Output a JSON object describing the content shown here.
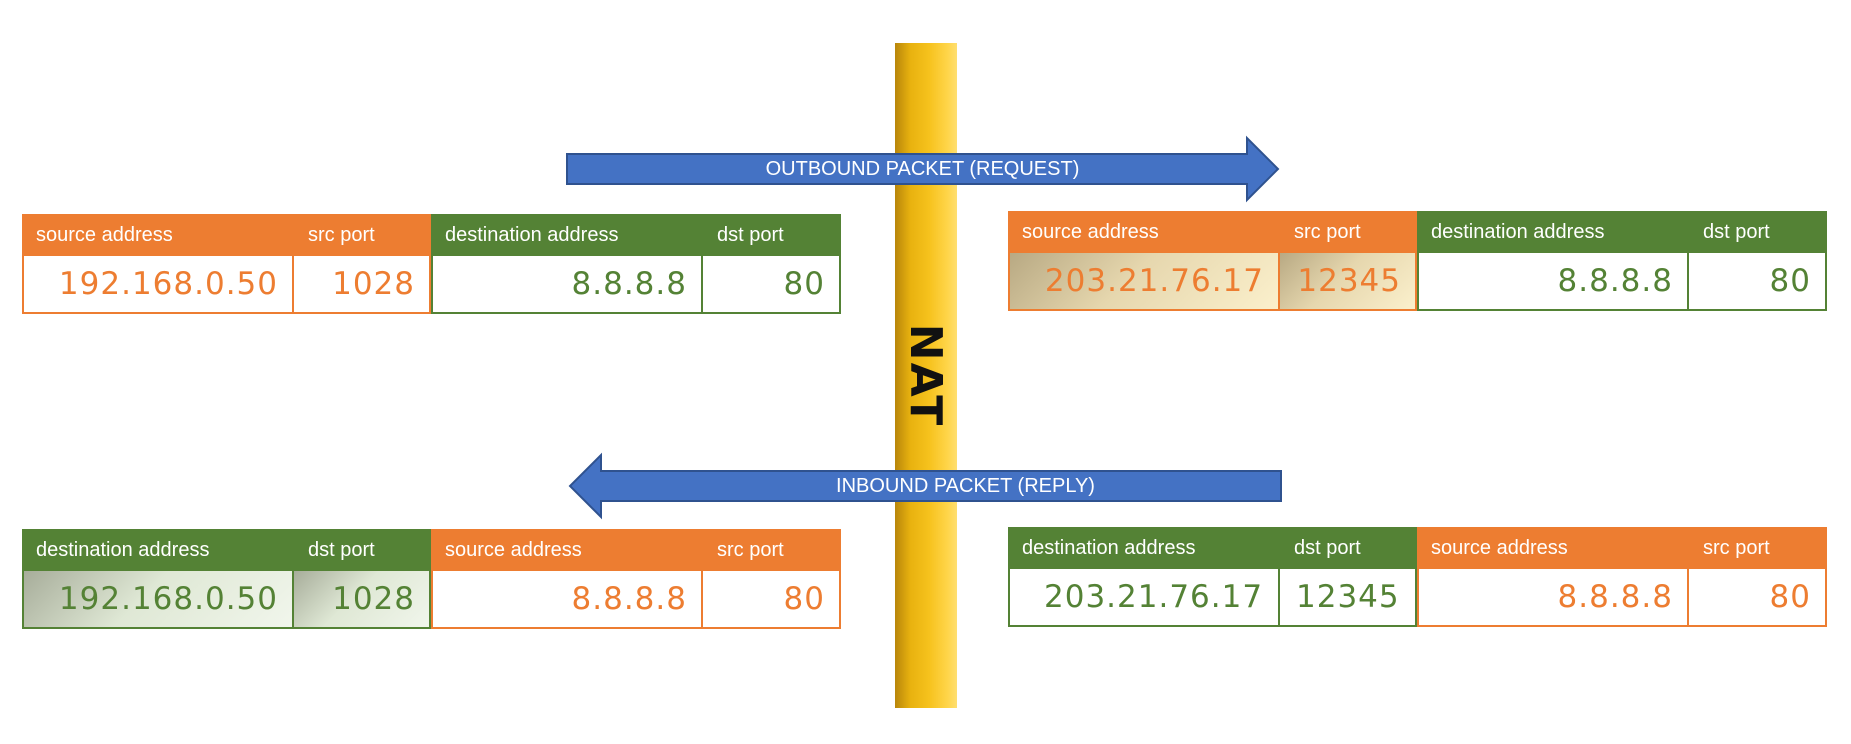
{
  "nat_label": "NAT",
  "outbound_label": "OUTBOUND PACKET (REQUEST)",
  "inbound_label": "INBOUND PACKET (REPLY)",
  "colors": {
    "orange": "#ed7d31",
    "green": "#548235",
    "arrow_blue": "#4472c4",
    "nat_gold": "#f6c21d"
  },
  "outbound_before": {
    "headers": [
      "source address",
      "src port",
      "destination address",
      "dst port"
    ],
    "values": [
      "192.168.0.50",
      "1028",
      "8.8.8.8",
      "80"
    ]
  },
  "outbound_after": {
    "headers": [
      "source address",
      "src port",
      "destination address",
      "dst port"
    ],
    "values": [
      "203.21.76.17",
      "12345",
      "8.8.8.8",
      "80"
    ]
  },
  "inbound_after": {
    "headers": [
      "destination address",
      "dst port",
      "source address",
      "src port"
    ],
    "values": [
      "192.168.0.50",
      "1028",
      "8.8.8.8",
      "80"
    ]
  },
  "inbound_before": {
    "headers": [
      "destination address",
      "dst port",
      "source address",
      "src port"
    ],
    "values": [
      "203.21.76.17",
      "12345",
      "8.8.8.8",
      "80"
    ]
  }
}
